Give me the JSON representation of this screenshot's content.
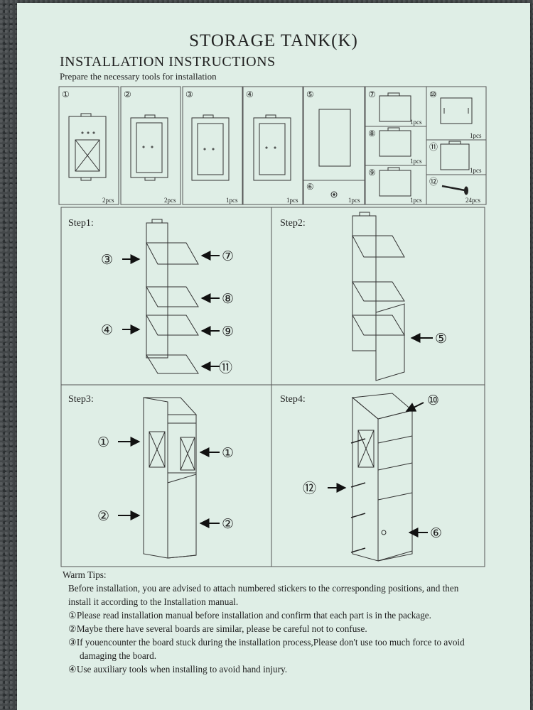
{
  "document": {
    "title": "STORAGE TANK(K)",
    "subtitle": "INSTALLATION INSTRUCTIONS",
    "note": "Prepare the necessary tools for installation"
  },
  "parts": [
    {
      "num": "①",
      "qty": "2pcs"
    },
    {
      "num": "②",
      "qty": "2pcs"
    },
    {
      "num": "③",
      "qty": "1pcs"
    },
    {
      "num": "④",
      "qty": "1pcs"
    },
    {
      "num": "⑤",
      "qty": ""
    },
    {
      "num": "⑥",
      "qty": "1pcs"
    },
    {
      "num": "⑦",
      "qty": "1pcs"
    },
    {
      "num": "⑧",
      "qty": "1pcs"
    },
    {
      "num": "⑨",
      "qty": "1pcs"
    },
    {
      "num": "⑩",
      "qty": "1pcs"
    },
    {
      "num": "⑪",
      "qty": "1pcs"
    },
    {
      "num": "⑫",
      "qty": "24pcs"
    }
  ],
  "steps": [
    {
      "label": "Step1:",
      "callouts": [
        "③",
        "⑦",
        "⑧",
        "④",
        "⑨",
        "⑪"
      ]
    },
    {
      "label": "Step2:",
      "callouts": [
        "⑤"
      ]
    },
    {
      "label": "Step3:",
      "callouts": [
        "①",
        "①",
        "②",
        "②"
      ]
    },
    {
      "label": "Step4:",
      "callouts": [
        "⑩",
        "⑫",
        "⑥"
      ]
    }
  ],
  "tips": {
    "heading": "Warm Tips:",
    "intro_1": "Before installation, you are advised to attach numbered stickers to the corresponding positions, and then",
    "intro_2": "install it according to the Installation manual.",
    "items": [
      "①Please read installation manual before installation and confirm that each part is in the package.",
      "②Maybe there have several boards are similar, please be careful not to confuse.",
      "③If youencounter the board stuck during the installation process,Please don't use too much force to avoid",
      "damaging the board.",
      "④Use auxiliary tools when installing to avoid hand injury."
    ]
  }
}
